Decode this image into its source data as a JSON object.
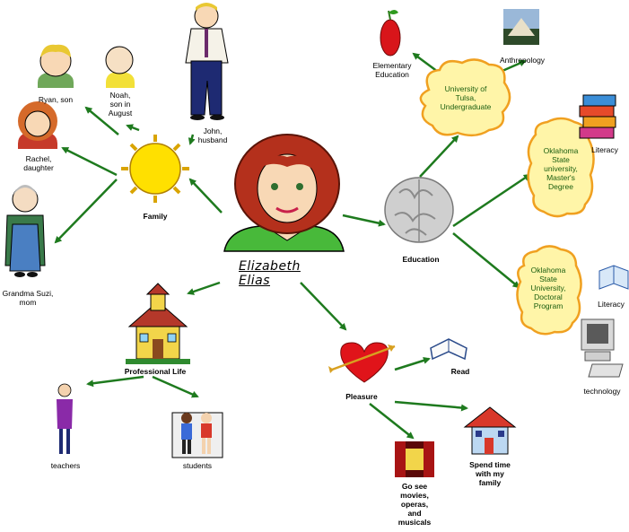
{
  "center": {
    "name": "Elizabeth Elias"
  },
  "family": {
    "hub": "Family",
    "members": [
      {
        "id": "ryan",
        "label": "Ryan, son"
      },
      {
        "id": "noah",
        "label": "Noah,\nson in\nAugust"
      },
      {
        "id": "john",
        "label": "John,\nhusband"
      },
      {
        "id": "rachel",
        "label": "Rachel,\ndaughter"
      },
      {
        "id": "suzi",
        "label": "Grandma Suzi,\nmom"
      }
    ]
  },
  "education": {
    "hub": "Education",
    "nodes": [
      {
        "id": "tulsa",
        "label": "University of\nTulsa,\nUndergraduate"
      },
      {
        "id": "osu-masters",
        "label": "Oklahoma\nState\nuniversity,\nMaster's\nDegree"
      },
      {
        "id": "osu-doctoral",
        "label": "Oklahoma\nState\nUniversity,\nDoctoral\nProgram"
      }
    ],
    "leaves": [
      {
        "id": "elementary",
        "label": "Elementary\nEducation"
      },
      {
        "id": "anthropology",
        "label": "Anthropology"
      },
      {
        "id": "literacy1",
        "label": "Literacy"
      },
      {
        "id": "literacy2",
        "label": "Literacy"
      },
      {
        "id": "technology",
        "label": "technology"
      }
    ]
  },
  "professional": {
    "hub": "Professional Life",
    "leaves": [
      {
        "id": "teachers",
        "label": "teachers"
      },
      {
        "id": "students",
        "label": "students"
      }
    ]
  },
  "pleasure": {
    "hub": "Pleasure",
    "leaves": [
      {
        "id": "read",
        "label": "Read"
      },
      {
        "id": "movies",
        "label": "Go see\nmovies,\noperas,\nand\nmusicals"
      },
      {
        "id": "familytime",
        "label": "Spend time\nwith my\nfamily"
      }
    ]
  },
  "colors": {
    "arrow": "#1e7a1e",
    "cloud_fill": "#fff5a8",
    "cloud_stroke": "#f0a020",
    "cloud_text": "#1a5e10"
  }
}
